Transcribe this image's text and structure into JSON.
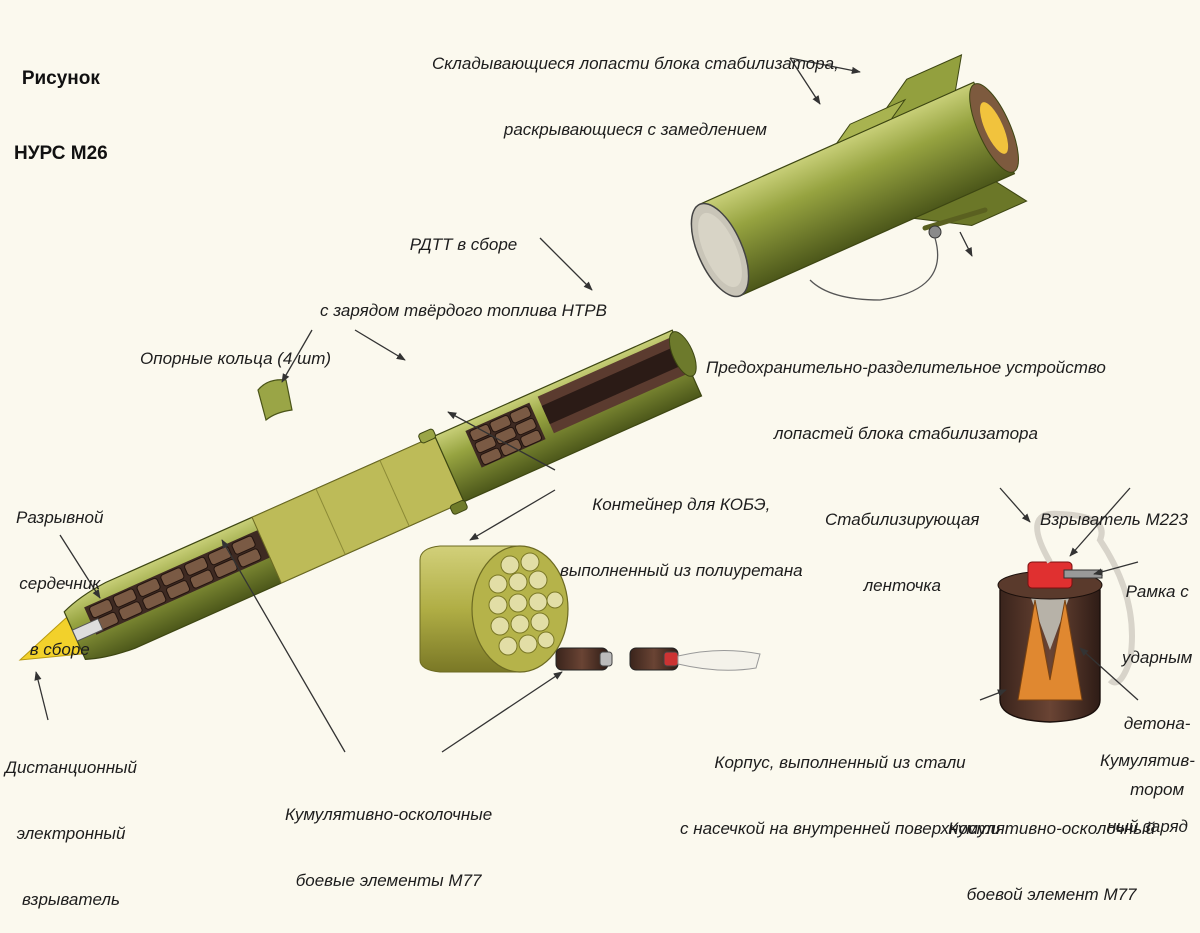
{
  "figure": {
    "title_line1": "Рисунок",
    "title_line2": "НУРС М26"
  },
  "labels": {
    "fins_line1": "Складывающиеся лопасти блока стабилизатора,",
    "fins_line2": "раскрывающиеся с замедлением",
    "motor_line1": "РДТТ в сборе",
    "motor_line2": "с зарядом твёрдого топлива НТРВ",
    "rings": "Опорные кольца (4 шт)",
    "safety_line1": "Предохранительно-разделительное устройство",
    "safety_line2": "лопастей блока стабилизатора",
    "burster_line1": "Разрывной",
    "burster_line2": "сердечник",
    "burster_line3": "в сборе",
    "container_line1": "Контейнер для КОБЭ,",
    "container_line2": "выполненный из полиуретана",
    "ribbon_line1": "Стабилизирующая",
    "ribbon_line2": "ленточка",
    "fuze_m223": "Взрыватель М223",
    "frame_line1": "Рамка с",
    "frame_line2": "ударным",
    "frame_line3": "детона-",
    "frame_line4": "тором",
    "dist_fuze_line1": "Дистанционный",
    "dist_fuze_line2": "электронный",
    "dist_fuze_line3": "взрыватель",
    "submunitions_line1": "Кумулятивно-осколочные",
    "submunitions_line2": "боевые элементы М77",
    "body_line1": "Корпус, выполненный из стали",
    "body_line2": "с насечкой на внутренней поверхности",
    "charge_line1": "Кумулятив-",
    "charge_line2": "ный заряд",
    "element_line1": "Кумулятивно-осколочный",
    "element_line2": "боевой элемент М77"
  },
  "colors": {
    "rocket_body": "#8e9a3c",
    "rocket_highlight": "#c4cc6e",
    "rocket_shadow": "#4f5a1c",
    "container": "#a9a843",
    "nose_cone": "#f2d12b",
    "submunition_casing": "#4a2e24",
    "fuze_red": "#e03030",
    "charge_orange": "#e08830",
    "leader_line": "#333333"
  }
}
